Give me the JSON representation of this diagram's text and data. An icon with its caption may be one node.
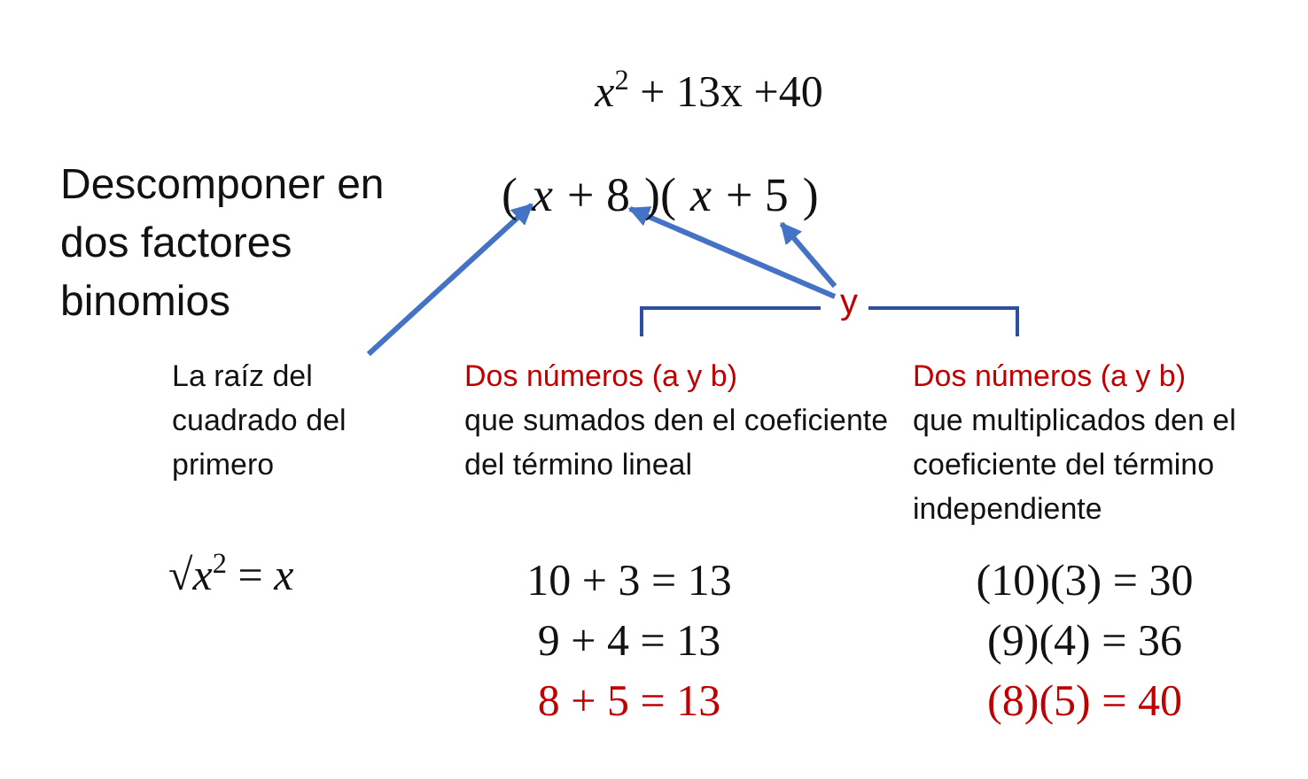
{
  "diagram": {
    "nodes": [
      {
        "text": [
          "*x*$^{2}$ + 13x +40"
        ]
      },
      {
        "text": [
          "x"
        ]
      },
      {
        "text": [
          "+ 8"
        ]
      },
      {
        "text": [
          "+ 5"
        ]
      },
      {
        "text": [
          "Descomponer en dos factores binomios"
        ]
      },
      {
        "text": [
          "La raíz del cuadrado del primero"
        ]
      },
      {
        "text": [
          "y"
        ]
      },
      {
        "text": [
          "Dos números (a y b)",
          "que sumados den el coeficiente del término lineal"
        ]
      },
      {
        "text": [
          "Dos números (a y b)",
          "que multiplicados den el coeficiente del término independiente"
        ]
      }
    ],
    "edges": [
      {
        "from": 5,
        "to": 1,
        "arrow": "to"
      },
      {
        "from": 6,
        "to": 2,
        "arrow": "to"
      },
      {
        "from": 6,
        "to": 3,
        "arrow": "to"
      }
    ],
    "labels": [
      "(",
      ")(",
      "x",
      ")",
      "√*x*$^{2}$ = *x*",
      "10 + 3 = 13",
      "(10)(3) = 30",
      "9 + 4 = 13",
      "(9)(4) = 36",
      "8 + 5 = 13",
      "(8)(5) = 40"
    ]
  }
}
